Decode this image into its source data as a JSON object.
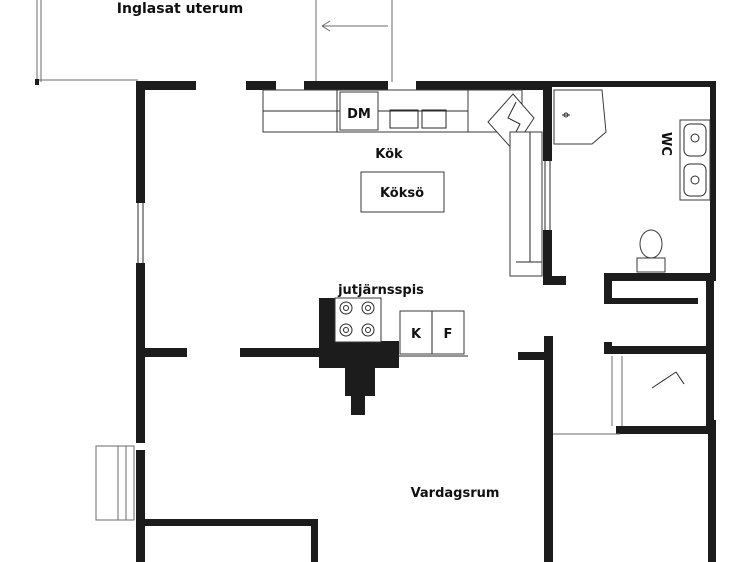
{
  "rooms": {
    "glazed_terrace": "Inglasat uterum",
    "kitchen": "Kök",
    "kitchen_island": "Köksö",
    "wc": "WC",
    "living_room": "Vardagsrum"
  },
  "appliances": {
    "dishwasher": "DM",
    "cast_iron_stove": "jutjärnsspis",
    "fridge": "K",
    "freezer": "F"
  },
  "colors": {
    "wall": "#1c1c1c",
    "line": "#2a2a2a",
    "background": "#ffffff"
  }
}
